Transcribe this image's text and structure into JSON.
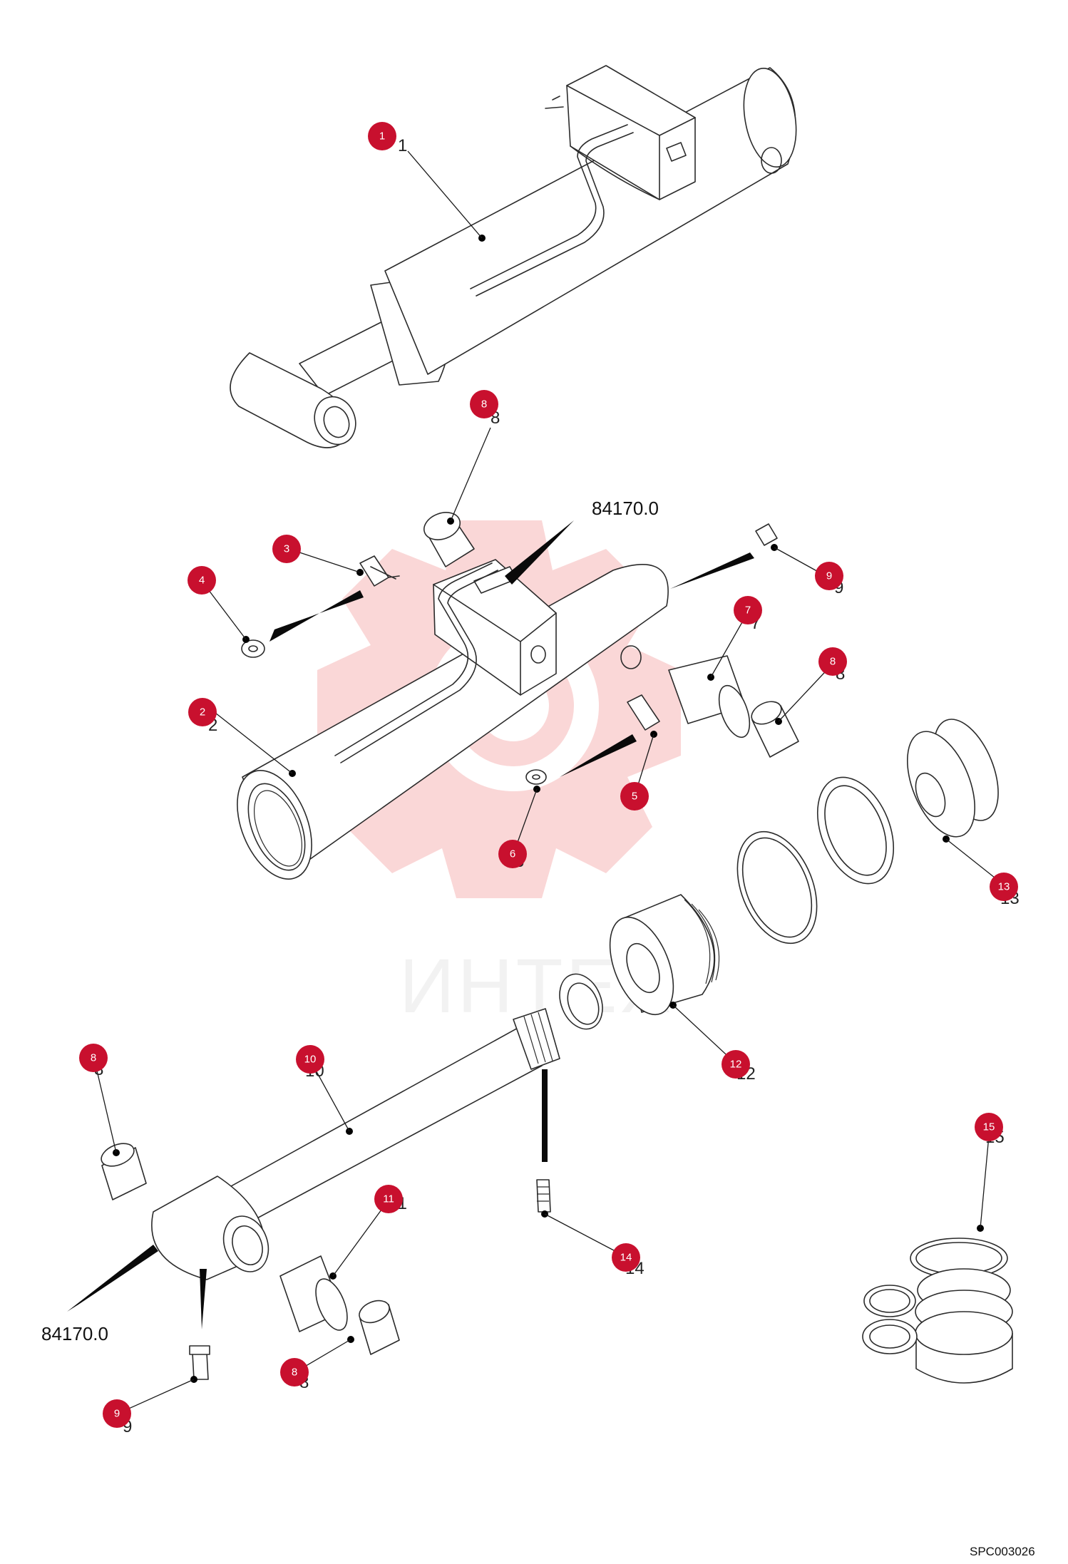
{
  "watermark": {
    "text": "ИНТЕХ",
    "color": "#f4a5a5"
  },
  "badge_color": "#c8102e",
  "reference_labels": [
    "84170.0",
    "84170.0"
  ],
  "drawing_code": "SPC003026",
  "callouts": [
    {
      "badge": "1",
      "text": "1"
    },
    {
      "badge": "8",
      "text": "8"
    },
    {
      "badge": "3",
      "text": "3"
    },
    {
      "badge": "4",
      "text": ""
    },
    {
      "badge": "9",
      "text": "9"
    },
    {
      "badge": "7",
      "text": "7"
    },
    {
      "badge": "8",
      "text": "8"
    },
    {
      "badge": "2",
      "text": "2"
    },
    {
      "badge": "5",
      "text": ""
    },
    {
      "badge": "6",
      "text": "6"
    },
    {
      "badge": "13",
      "text": "13"
    },
    {
      "badge": "12",
      "text": "12"
    },
    {
      "badge": "8",
      "text": "8"
    },
    {
      "badge": "10",
      "text": "10"
    },
    {
      "badge": "15",
      "text": "15"
    },
    {
      "badge": "11",
      "text": "11"
    },
    {
      "badge": "14",
      "text": "14"
    },
    {
      "badge": "8",
      "text": "8"
    },
    {
      "badge": "9",
      "text": "9"
    }
  ]
}
